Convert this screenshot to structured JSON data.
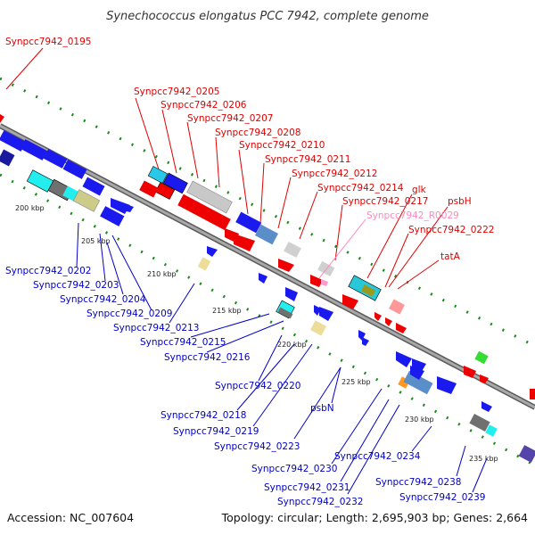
{
  "title": "Synechococcus elongatus PCC 7942, complete genome",
  "footer": {
    "accession": "Accession: NC_007604",
    "summary": "Topology: circular; Length: 2,695,903 bp; Genes: 2,664"
  },
  "colors": {
    "backbone": "#8a8a8a",
    "forward_label": "#e00000",
    "reverse_label": "#0000c8",
    "rna_label": "#ff88bb",
    "tick": "#1a8a1a"
  },
  "ticks": [
    {
      "label": "200 kbp"
    },
    {
      "label": "205 kbp"
    },
    {
      "label": "210 kbp"
    },
    {
      "label": "215 kbp"
    },
    {
      "label": "220 kbp"
    },
    {
      "label": "225 kbp"
    },
    {
      "label": "230 kbp"
    },
    {
      "label": "235 kbp"
    }
  ],
  "forward_labels": [
    "Synpcc7942_0195",
    "Synpcc7942_0205",
    "Synpcc7942_0206",
    "Synpcc7942_0207",
    "Synpcc7942_0208",
    "Synpcc7942_0210",
    "Synpcc7942_0211",
    "Synpcc7942_0212",
    "Synpcc7942_0214",
    "glk",
    "Synpcc7942_0217",
    "psbH",
    "Synpcc7942_R0029",
    "Synpcc7942_0222",
    "tatA"
  ],
  "reverse_labels": [
    "Synpcc7942_0202",
    "Synpcc7942_0203",
    "Synpcc7942_0204",
    "Synpcc7942_0209",
    "Synpcc7942_0213",
    "Synpcc7942_0215",
    "Synpcc7942_0216",
    "Synpcc7942_0220",
    "Synpcc7942_0218",
    "Synpcc7942_0219",
    "psbN",
    "Synpcc7942_0223",
    "Synpcc7942_0230",
    "Synpcc7942_0234",
    "Synpcc7942_0231",
    "Synpcc7942_0232",
    "Synpcc7942_0238",
    "Synpcc7942_0239"
  ]
}
